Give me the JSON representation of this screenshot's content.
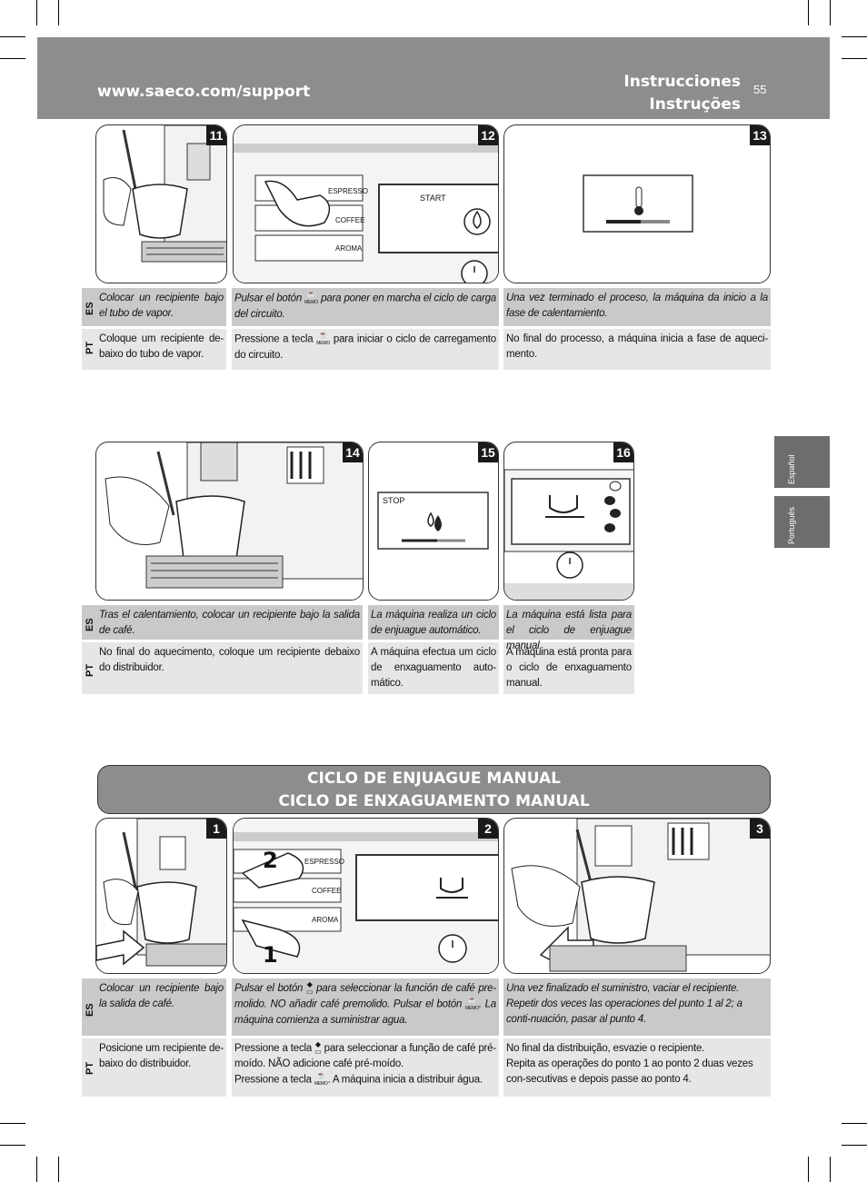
{
  "header": {
    "url": "www.saeco.com/support",
    "title_es": "Instrucciones",
    "title_pt": "Instruções",
    "page_number": "55"
  },
  "side_tabs": {
    "es": "Español",
    "pt": "Português"
  },
  "lang_labels": {
    "es": "ES",
    "pt": "PT"
  },
  "screen_labels": {
    "espresso": "ESPRESSO",
    "coffee": "COFFEE",
    "aroma": "AROMA",
    "memo": "MEMO",
    "start": "START",
    "stop": "STOP"
  },
  "steps": [
    {
      "number": "11",
      "es": "Colocar un recipiente bajo el tubo de vapor.",
      "pt": "Coloque um recipiente de-baixo do tubo de vapor."
    },
    {
      "number": "12",
      "es_before": "Pulsar el botón ",
      "es_after": " para poner en marcha el ciclo de carga del circuito.",
      "pt_before": "Pressione a tecla ",
      "pt_after": " para iniciar o ciclo de carregamento do circuito."
    },
    {
      "number": "13",
      "es": "Una vez terminado el proceso, la máquina da inicio a la fase de calentamiento.",
      "pt": "No final do processo, a máquina inicia a fase de aqueci-mento."
    },
    {
      "number": "14",
      "es": "Tras el calentamiento, colocar un recipiente bajo la salida de café.",
      "pt": "No final do aquecimento, coloque um recipiente debaixo do distribuidor."
    },
    {
      "number": "15",
      "es": "La máquina realiza un ciclo de enjuague automático.",
      "pt": "A máquina efectua um ciclo de enxaguamento auto-mático."
    },
    {
      "number": "16",
      "es": "La máquina está lista para el ciclo de enjuague manual.",
      "pt": "A máquina está pronta para o ciclo de enxaguamento manual."
    }
  ],
  "section": {
    "title_es": "CICLO DE ENJUAGUE MANUAL",
    "title_pt": "CICLO DE ENXAGUAMENTO MANUAL"
  },
  "manual_steps": [
    {
      "number": "1",
      "es": "Colocar un recipiente bajo la salida de café.",
      "pt": "Posicione um recipiente de-baixo do distribuidor."
    },
    {
      "number": "2",
      "callout_1": "1",
      "callout_2": "2",
      "es_1": "Pulsar el botón ",
      "es_2": " para seleccionar la función de café pre-molido. NO añadir café premolido. Pulsar el botón ",
      "es_3": ". La máquina comienza a suministrar agua.",
      "pt_1": "Pressione a tecla ",
      "pt_2": " para seleccionar a função de café pré-moído. NÃO adicione café pré-moído.",
      "pt_3": "Pressione a tecla ",
      "pt_4": ". A máquina inicia a distribuir água."
    },
    {
      "number": "3",
      "es_line1": "Una vez finalizado el suministro, vaciar el recipiente.",
      "es_line2": "Repetir dos veces las operaciones del punto 1 al 2; a conti-nuación, pasar al punto 4.",
      "pt_line1": "No final da distribuição, esvazie o recipiente.",
      "pt_line2": "Repita as operações do ponto 1 ao ponto 2 duas vezes con-secutivas e depois passe ao ponto 4."
    }
  ]
}
